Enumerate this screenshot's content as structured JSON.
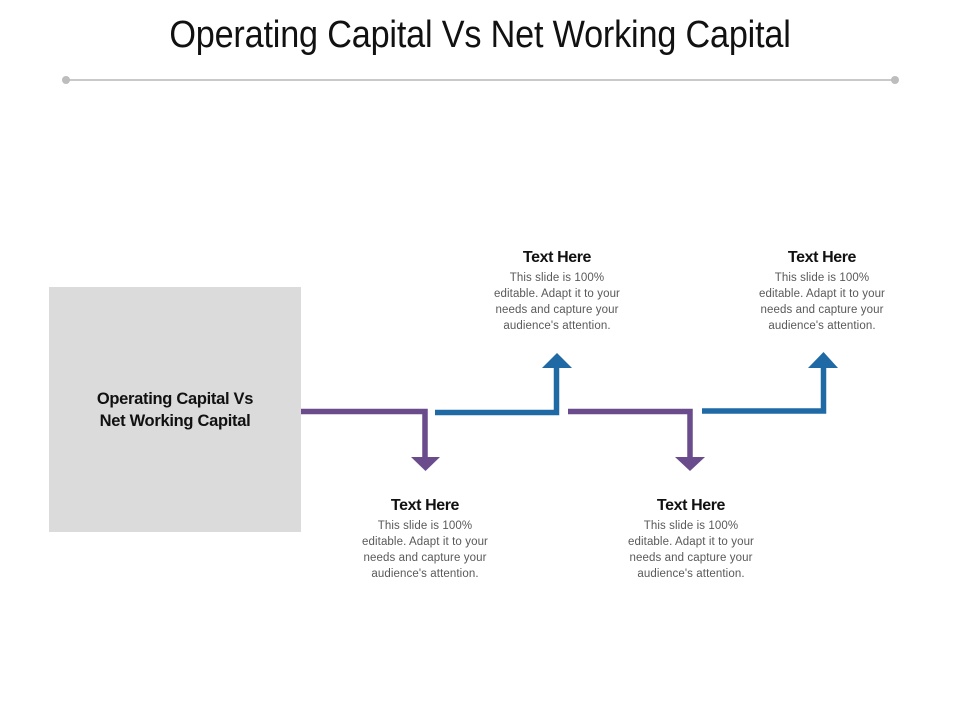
{
  "title": "Operating Capital Vs Net Working Capital",
  "main_box": {
    "line1": "Operating Capital Vs",
    "line2": "Net Working Capital",
    "fill": "#dcdbdc"
  },
  "colors": {
    "purple_arrow": "#6a4c8c",
    "blue_arrow": "#1f6aa5",
    "divider": "#c9c9c9"
  },
  "callouts": [
    {
      "position": "top",
      "heading": "Text Here",
      "lines": [
        "This slide is 100%",
        "editable. Adapt it to your",
        "needs and capture your",
        "audience's attention."
      ]
    },
    {
      "position": "top",
      "heading": "Text Here",
      "lines": [
        "This slide is 100%",
        "editable. Adapt it to your",
        "needs and capture your",
        "audience's attention."
      ]
    },
    {
      "position": "bottom",
      "heading": "Text Here",
      "lines": [
        "This slide is 100%",
        "editable. Adapt it to your",
        "needs and capture your",
        "audience's attention."
      ]
    },
    {
      "position": "bottom",
      "heading": "Text Here",
      "lines": [
        "This slide is 100%",
        "editable. Adapt it to your",
        "needs and capture your",
        "audience's attention."
      ]
    }
  ]
}
